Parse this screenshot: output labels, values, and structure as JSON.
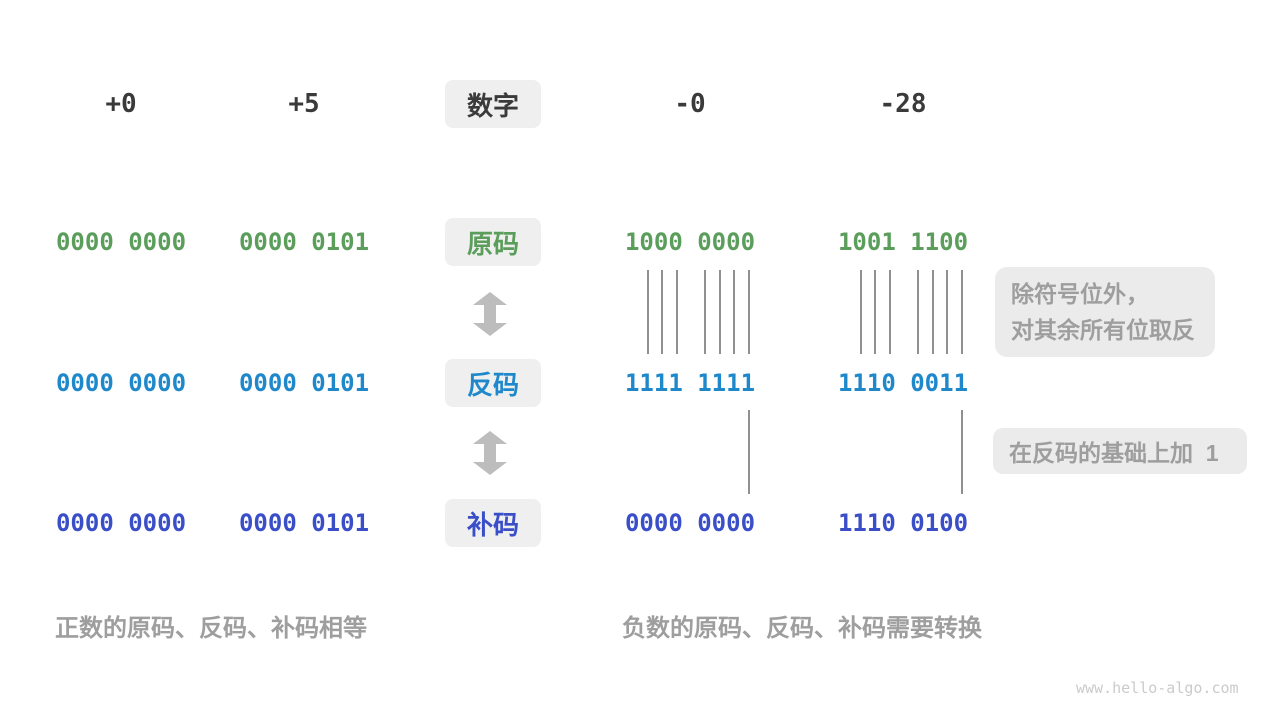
{
  "diagram": {
    "header": {
      "label": "数字",
      "values": [
        "+0",
        "+5",
        "-0",
        "-28"
      ]
    },
    "rows": [
      {
        "id": "sign-magnitude",
        "label": "原码",
        "color": "#5b9e5b",
        "values": [
          "0000 0000",
          "0000 0101",
          "1000 0000",
          "1001 1100"
        ]
      },
      {
        "id": "ones-complement",
        "label": "反码",
        "color": "#1e88cb",
        "values": [
          "0000 0000",
          "0000 0101",
          "1111 1111",
          "1110 0011"
        ]
      },
      {
        "id": "twos-complement",
        "label": "补码",
        "color": "#3a4ec8",
        "values": [
          "0000 0000",
          "0000 0101",
          "0000 0000",
          "1110 0100"
        ]
      }
    ],
    "annotations": {
      "invert_line1": "除符号位外，",
      "invert_line2": "对其余所有位取反",
      "add_one": "在反码的基础上加  1"
    },
    "captions": {
      "positive": "正数的原码、反码、补码相等",
      "negative": "负数的原码、反码、补码需要转换"
    },
    "watermark": "www.hello-algo.com",
    "colors": {
      "heading_dark": "#3a3a3a",
      "muted_gray": "#9e9e9e",
      "box_bg": "#efefef",
      "note_bg": "#ebebeb",
      "arrow_gray": "#bdbdbd",
      "tick_gray": "#909090"
    }
  }
}
